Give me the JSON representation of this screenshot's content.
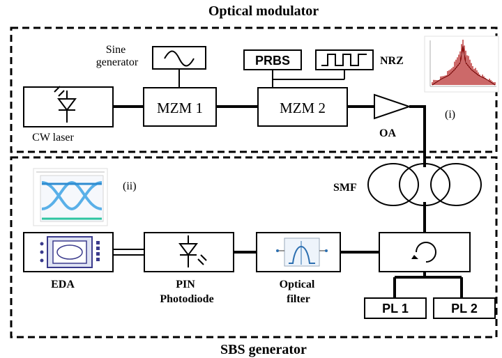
{
  "titles": {
    "top": "Optical modulator",
    "bottom": "SBS generator"
  },
  "blocks": {
    "sine_generator": "Sine\ngenerator",
    "cw_laser": "CW laser",
    "mzm1": "MZM 1",
    "mzm2": "MZM 2",
    "prbs": "PRBS",
    "nrz": "NRZ",
    "oa": "OA",
    "smf": "SMF",
    "eda": "EDA",
    "pin": "PIN\nPhotodiode",
    "optical_filter": "Optical\nfilter",
    "pl1": "PL 1",
    "pl2": "PL 2"
  },
  "insets": {
    "inset_i_label": "(i)",
    "inset_ii_label": "(ii)"
  },
  "colors": {
    "line": "#000000",
    "spectrum": "#b01818",
    "eye_blue": "#5ab0e8",
    "eye_green": "#2ec4a0",
    "filter_blue": "#2c6fb0",
    "eda_purple": "#3a3a8c"
  }
}
